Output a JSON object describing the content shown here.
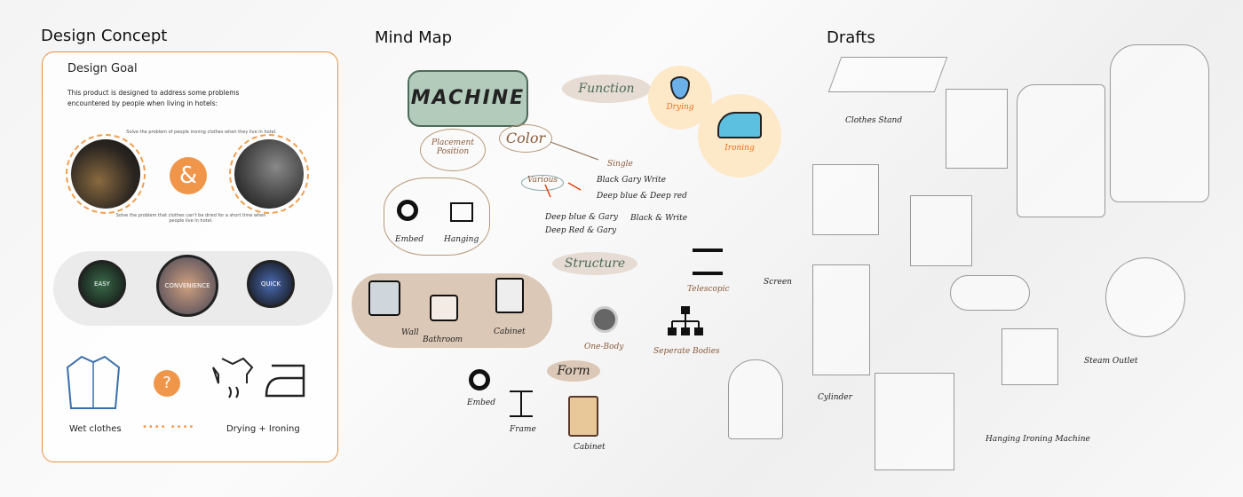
{
  "concept": {
    "title": "Design Concept",
    "goal_title": "Design Goal",
    "goal_text": "This product is designed to address some problems encountered by people when living in hotels:",
    "problem1": "Solve the problem of people ironing clothes when they live in hotel.",
    "problem2": "Solve the problem that clothes can't be dried for a short time when people live in hotel.",
    "ampersand": "&",
    "keywords": [
      "EASY",
      "CONVENIENCE",
      "QUICK"
    ],
    "question": "?",
    "wet": "Wet clothes",
    "dots": "•••• ••••",
    "result": "Drying + Ironing"
  },
  "mindmap": {
    "title": "Mind Map",
    "machine": "MACHINE",
    "placement": "Placement Position",
    "color": "Color",
    "function": "Function",
    "drying": "Drying",
    "ironing": "Ironing",
    "single": "Single",
    "various": "Various",
    "single_opts": [
      "Black  Gary  Write",
      "Deep blue & Deep red"
    ],
    "various_opts": [
      "Deep blue & Gary",
      "Black & Write",
      "Deep Red & Gary"
    ],
    "embed": "Embed",
    "hanging": "Hanging",
    "wall": "Wall",
    "bathroom": "Bathroom",
    "cabinet": "Cabinet",
    "structure": "Structure",
    "telescopic": "Telescopic",
    "one_body": "One-Body",
    "separate": "Seperate Bodies",
    "form": "Form",
    "form_embed": "Embed",
    "frame": "Frame",
    "form_cabinet": "Cabinet"
  },
  "drafts": {
    "title": "Drafts",
    "labels": [
      "Clothes Stand",
      "Screen",
      "Cylinder",
      "Steam Outlet",
      "Hanging Ironing Machine"
    ]
  },
  "colors": {
    "accent": "#f0964a",
    "machine": "#b3cbbb",
    "function_bg": "#e6dcd3",
    "peach": "#fde8c8",
    "blob": "#dcc8b6"
  }
}
